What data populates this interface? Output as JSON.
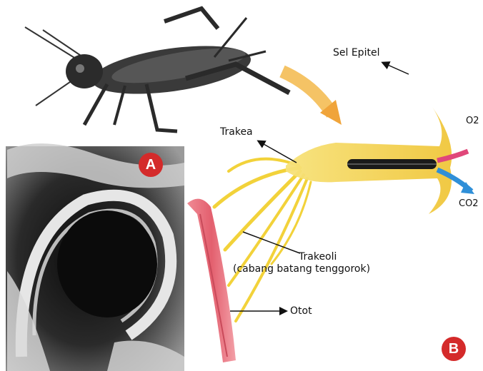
{
  "labels": {
    "sel_epitel": "Sel Epitel",
    "trakea": "Trakea",
    "o2": "O2",
    "co2": "CO2",
    "trakeoli_line1": "Trakeoli",
    "trakeoli_line2": "(cabang batang tenggorok)",
    "otot": "Otot"
  },
  "badges": {
    "a": "A",
    "b": "B"
  },
  "colors": {
    "badge": "#d42a2a",
    "trachea_yellow": "#f2d23a",
    "muscle_pink": "#e8707c",
    "o2_arrow": "#e0477a",
    "co2_arrow": "#2f8fd8"
  },
  "icons": [
    "cricket-insect",
    "micrograph-trachea"
  ]
}
